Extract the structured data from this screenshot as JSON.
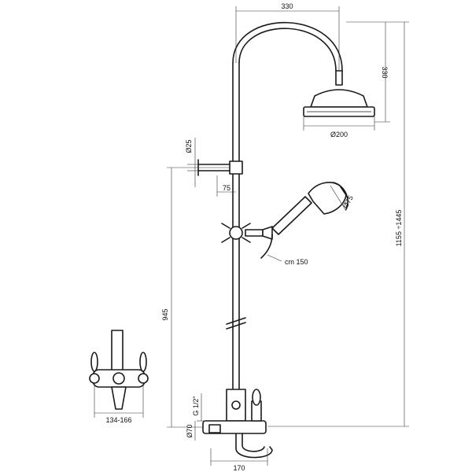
{
  "dimensions": {
    "arm_width": "330",
    "arm_height": "330",
    "head_diameter": "Ø200",
    "bar_diameter": "Ø25",
    "wall_offset": "75",
    "hand_shower_diameter": "Ø75",
    "hose_length": "cm 150",
    "mixer_height": "945",
    "total_height": "1155 ÷1445",
    "thread": "G 1/2\"",
    "spout_diameter": "Ø70",
    "spout_length": "170",
    "centers": "134-166"
  }
}
